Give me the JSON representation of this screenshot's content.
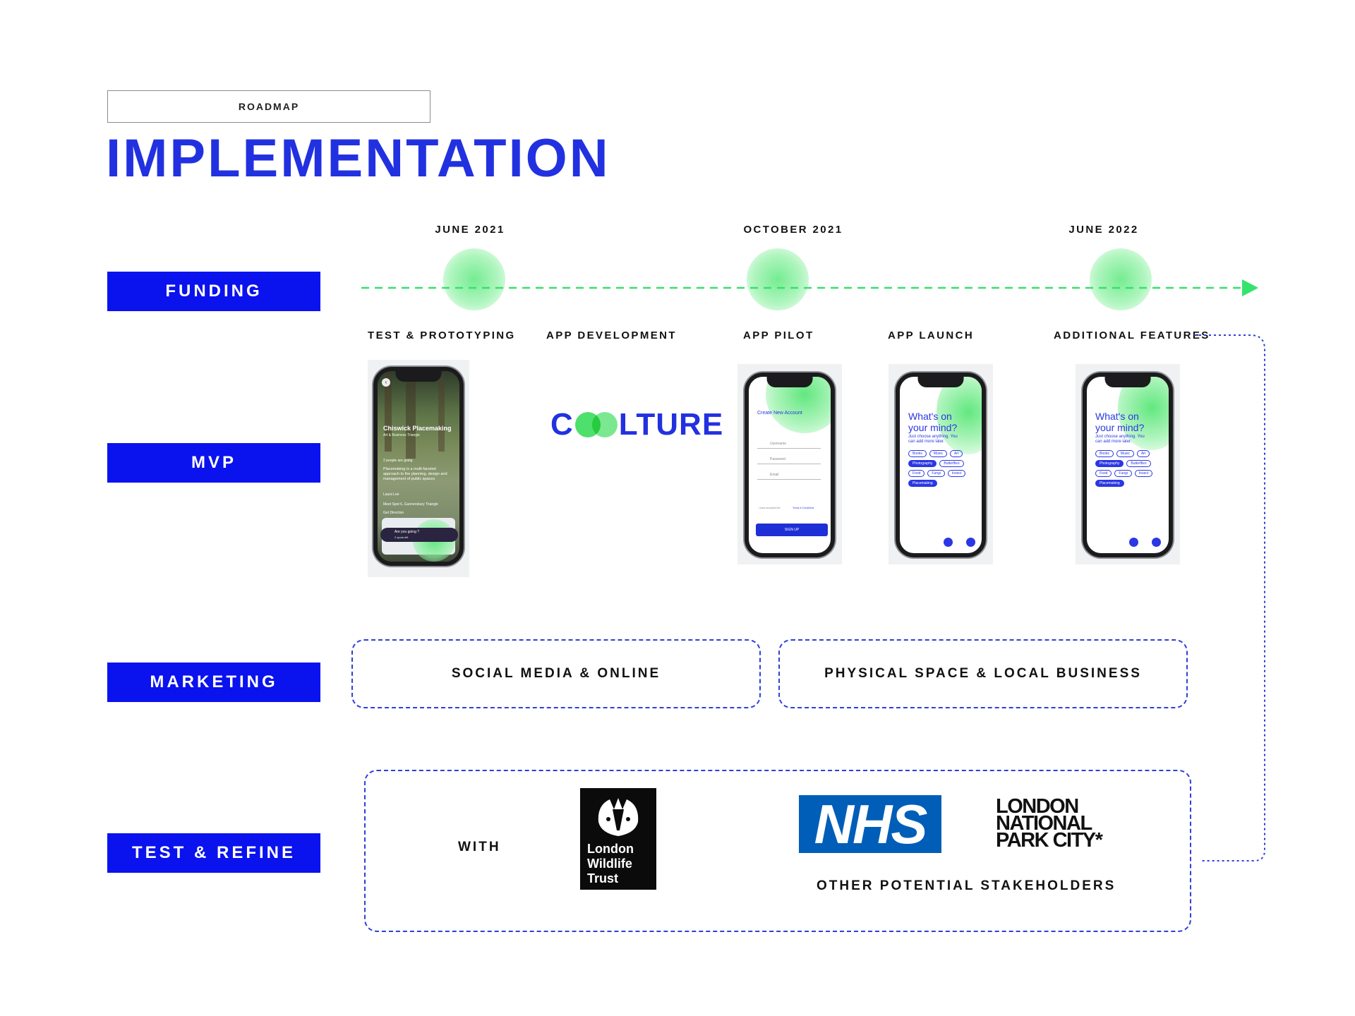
{
  "header": {
    "eyebrow": "ROADMAP",
    "title": "IMPLEMENTATION"
  },
  "rows": {
    "funding": "FUNDING",
    "mvp": "MVP",
    "marketing": "MARKETING",
    "test_refine": "TEST & REFINE"
  },
  "timeline": {
    "dates": [
      "JUNE 2021",
      "OCTOBER 2021",
      "JUNE 2022"
    ],
    "line_color": "#34e36b",
    "glow_color": "#8ef0a8"
  },
  "stages": [
    "TEST & PROTOTYPING",
    "APP DEVELOPMENT",
    "APP PILOT",
    "APP LAUNCH",
    "ADDITIONAL FEATURES"
  ],
  "app": {
    "logo_prefix": "C",
    "logo_suffix": "LTURE",
    "proto": {
      "title": "Chiswick Placemaking",
      "subtitle": "Art & Business Triangle",
      "going": "2 people are going",
      "desc": "Placemaking is a multi-faceted approach to the planning, design and management of public spaces",
      "author": "Laura Lee",
      "location": "Meet Spot 6, Gunnersbury Triangle",
      "directions": "Get Direction",
      "cta_title": "Are you going ?",
      "cta_sub": "2 spots left"
    },
    "pilot": {
      "heading": "Create New Account",
      "fields": [
        "Username",
        "Password",
        "Email"
      ],
      "terms_prefix": "I have accepted the",
      "terms_link": "Terms & Conditions",
      "button": "SIGN UP"
    },
    "mind": {
      "line1": "What's on",
      "line2": "your mind?",
      "sub1": "Just choose anything. You",
      "sub2": "can add more later.",
      "chips": [
        "Books",
        "Music",
        "Art",
        "Photography",
        "Butterflies",
        "Food",
        "Fungi",
        "Insect",
        "Placemaking"
      ]
    }
  },
  "marketing": {
    "left": "SOCIAL MEDIA & ONLINE",
    "right": "PHYSICAL SPACE & LOCAL BUSINESS"
  },
  "partners": {
    "with": "WITH",
    "lwt": [
      "London",
      "Wildlife",
      "Trust"
    ],
    "nhs": "NHS",
    "lnpc": [
      "LONDON",
      "NATIONAL",
      "PARK CITY*"
    ],
    "caption": "OTHER POTENTIAL STAKEHOLDERS"
  },
  "colors": {
    "brand_blue": "#0a12ee",
    "title_blue": "#2231e0",
    "nhs_blue": "#005eb8",
    "dash_blue": "#2f3fd6",
    "logo_green": "#4ee06c"
  }
}
